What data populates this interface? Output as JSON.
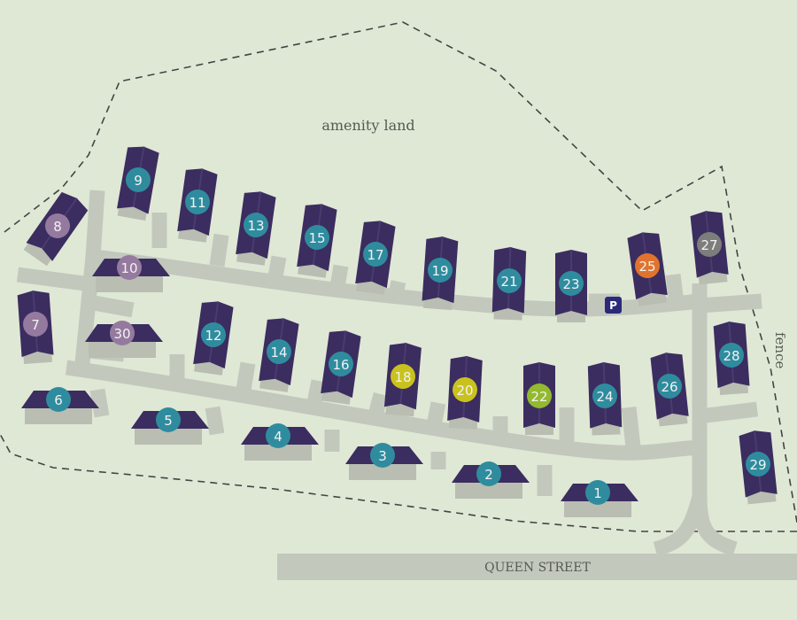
{
  "labels": {
    "amenity": "amenity land",
    "fence": "fence",
    "street": "QUEEN STREET",
    "parking": "P"
  },
  "colors": {
    "background": "#dfe8d5",
    "road": "#c3c8bd",
    "roof": "#3b2d5f",
    "facade": "#b9bdb2",
    "teal": "#2f8c9e",
    "purple": "#957a9f",
    "orange": "#e0742e",
    "grey": "#7d7d7b",
    "lime": "#93b92e",
    "yellow": "#c9c21e",
    "parking": "#2b2a7a"
  },
  "plots": [
    {
      "number": "1",
      "marker": "teal"
    },
    {
      "number": "2",
      "marker": "teal"
    },
    {
      "number": "3",
      "marker": "teal"
    },
    {
      "number": "4",
      "marker": "teal"
    },
    {
      "number": "5",
      "marker": "teal"
    },
    {
      "number": "6",
      "marker": "teal"
    },
    {
      "number": "7",
      "marker": "purple"
    },
    {
      "number": "8",
      "marker": "purple"
    },
    {
      "number": "9",
      "marker": "teal"
    },
    {
      "number": "10",
      "marker": "purple"
    },
    {
      "number": "11",
      "marker": "teal"
    },
    {
      "number": "12",
      "marker": "teal"
    },
    {
      "number": "13",
      "marker": "teal"
    },
    {
      "number": "14",
      "marker": "teal"
    },
    {
      "number": "15",
      "marker": "teal"
    },
    {
      "number": "16",
      "marker": "teal"
    },
    {
      "number": "17",
      "marker": "teal"
    },
    {
      "number": "18",
      "marker": "yellow"
    },
    {
      "number": "19",
      "marker": "teal"
    },
    {
      "number": "20",
      "marker": "yellow"
    },
    {
      "number": "21",
      "marker": "teal"
    },
    {
      "number": "22",
      "marker": "lime"
    },
    {
      "number": "23",
      "marker": "teal"
    },
    {
      "number": "24",
      "marker": "teal"
    },
    {
      "number": "25",
      "marker": "orange"
    },
    {
      "number": "26",
      "marker": "teal"
    },
    {
      "number": "27",
      "marker": "grey"
    },
    {
      "number": "28",
      "marker": "teal"
    },
    {
      "number": "29",
      "marker": "teal"
    },
    {
      "number": "30",
      "marker": "purple"
    }
  ]
}
